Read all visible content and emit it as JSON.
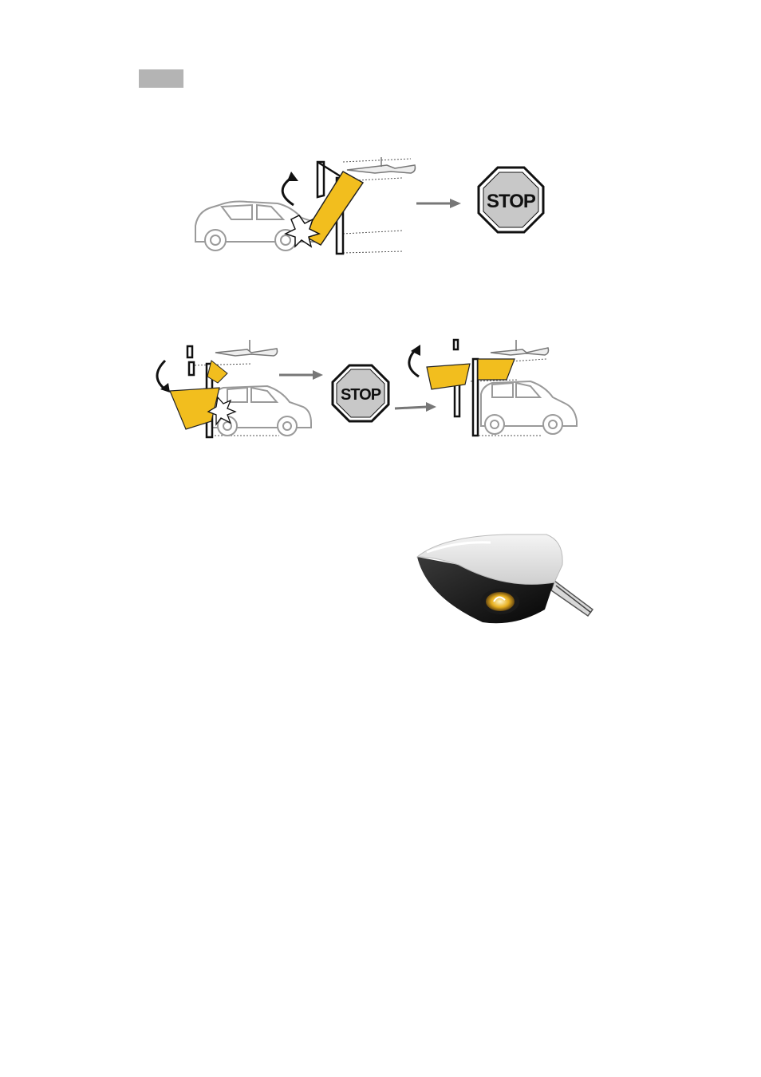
{
  "stop_signs": [
    {
      "label": "STOP"
    },
    {
      "label": "STOP"
    }
  ],
  "colors": {
    "door_yellow": "#f2be1e",
    "stop_fill": "#c8c8c8",
    "section_tag": "#b4b4b4"
  },
  "icons": [
    "curved-arrow-icon",
    "impact-burst-icon",
    "right-arrow-icon",
    "stop-sign-icon",
    "garage-door-opener-image"
  ]
}
